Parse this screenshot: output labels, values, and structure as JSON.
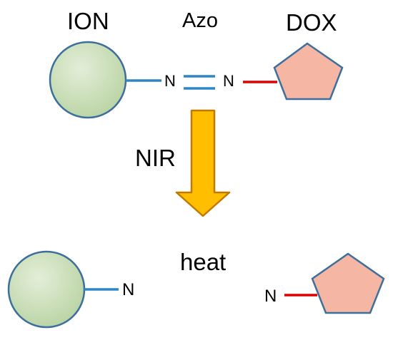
{
  "labels": {
    "ion": "ION",
    "azo": "Azo",
    "dox": "DOX",
    "nir": "NIR",
    "heat": "heat",
    "n": "N"
  },
  "colors": {
    "circle_fill": "#c7dcb4",
    "circle_stroke": "#3d6f9c",
    "pentagon_fill": "#f6b6a4",
    "pentagon_stroke": "#3d6f9c",
    "ion_bond": "#2e86c8",
    "dox_bond": "#e00000",
    "arrow_fill": "#ffbf00",
    "arrow_stroke": "#c07a00"
  }
}
